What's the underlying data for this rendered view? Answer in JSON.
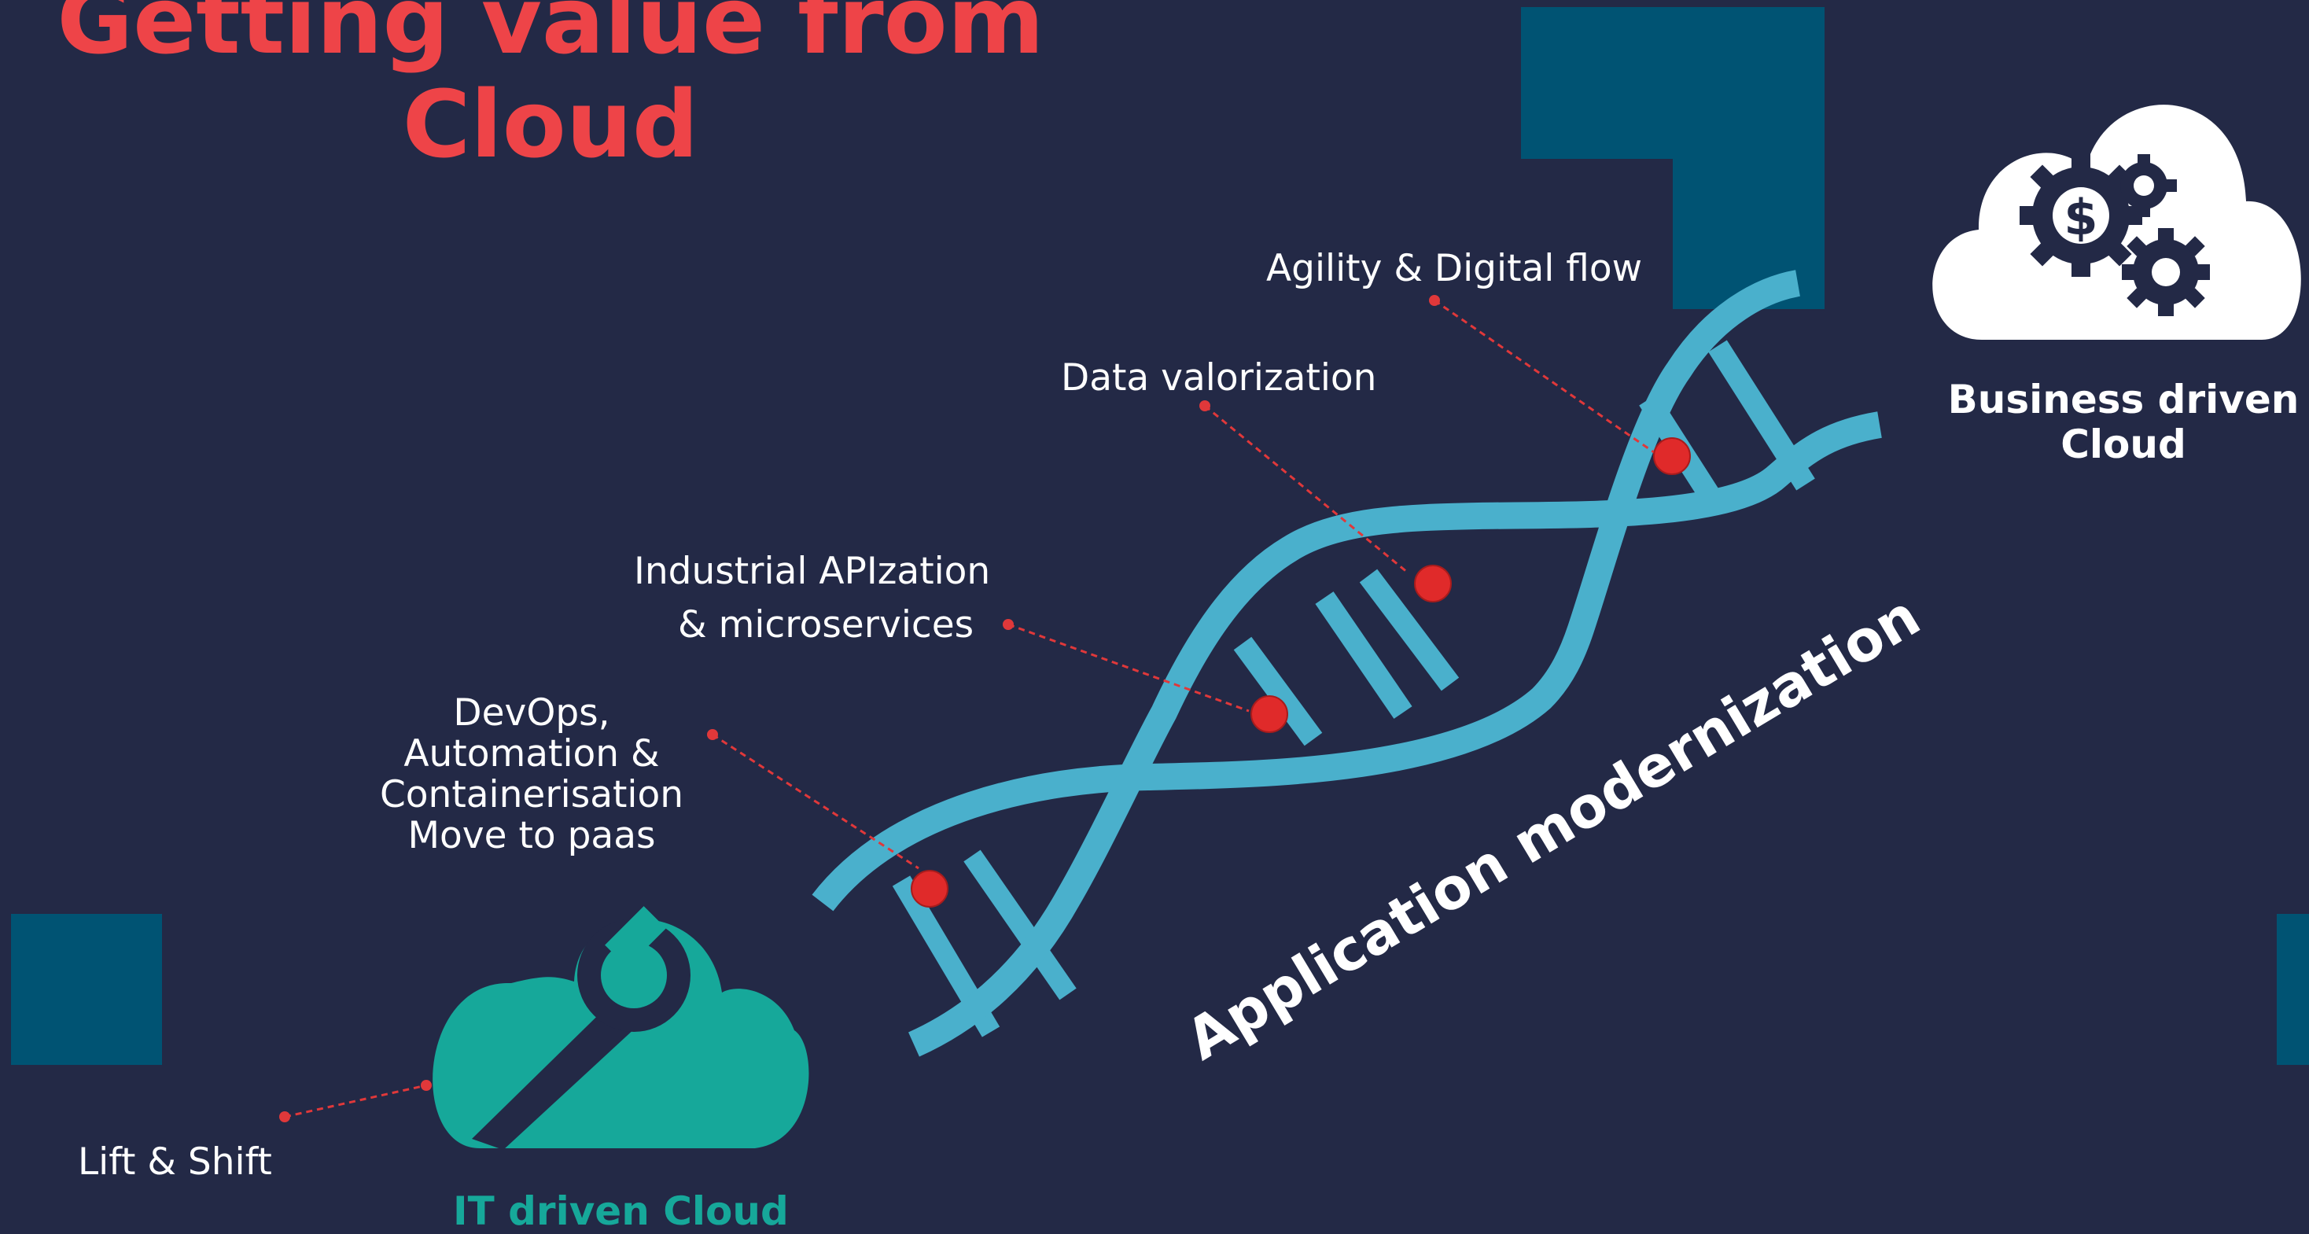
{
  "title": {
    "line1": "Getting value from",
    "line2": "Cloud"
  },
  "capabilities": {
    "agility": "Agility & Digital flow",
    "data": "Data valorization",
    "api_line1": "Industrial APIzation",
    "api_line2": "& microservices",
    "devops_line1": "DevOps,",
    "devops_line2": "Automation &",
    "devops_line3": "Containerisation",
    "devops_line4": "Move to paas",
    "lift": "Lift & Shift"
  },
  "axis_label": "Application modernization",
  "business_cloud": {
    "line1": "Business driven",
    "line2": "Cloud",
    "icon": "cloud-gears-dollar-icon",
    "color": "#ffffff"
  },
  "it_cloud": {
    "label": "IT driven Cloud",
    "icon": "cloud-wrench-icon",
    "color": "#16a89a"
  },
  "colors": {
    "background": "#232946",
    "title": "#ee4448",
    "helix": "#4ab0cc",
    "marker": "#e02a2a",
    "accent_square": "#005373"
  }
}
